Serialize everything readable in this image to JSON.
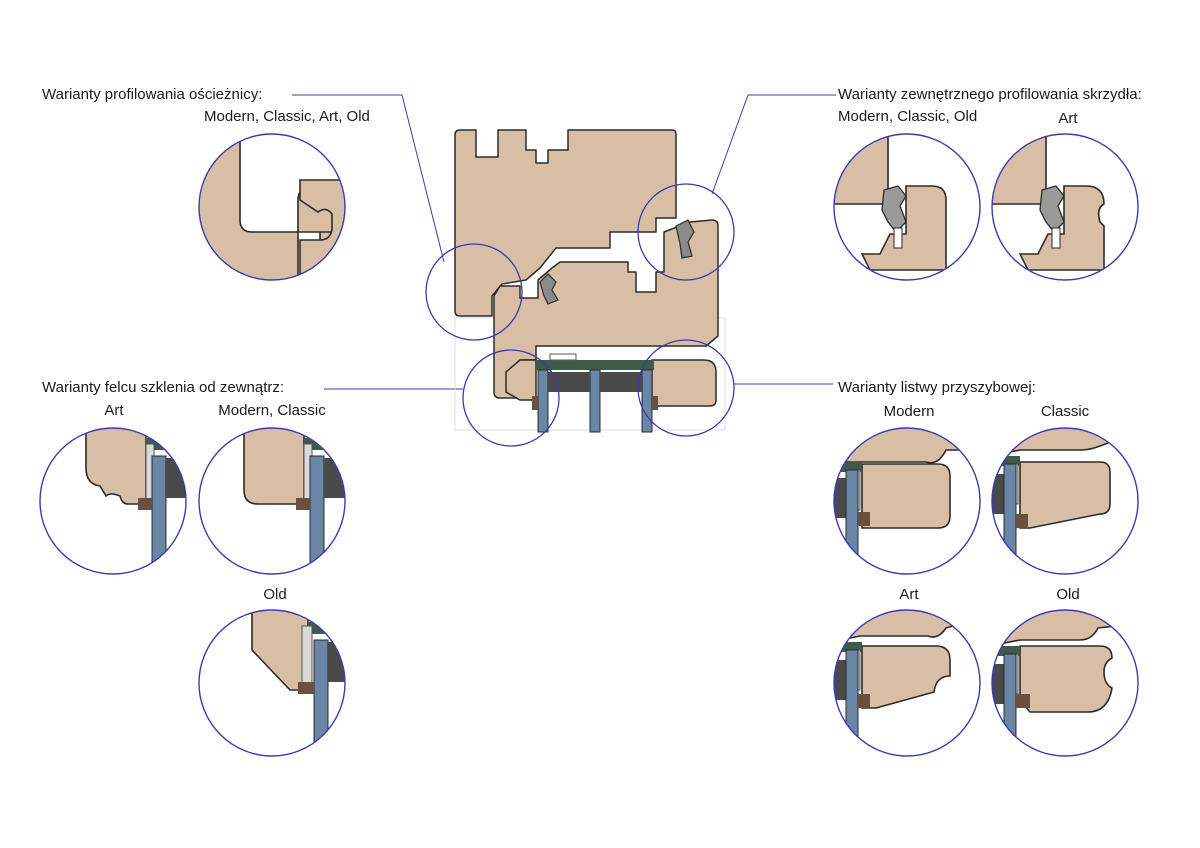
{
  "labels": {
    "frame_profiles_title": "Warianty profilowania ościeżnicy:",
    "frame_profiles_variants": "Modern, Classic, Art, Old",
    "sash_profiles_title": "Warianty zewnętrznego profilowania skrzydła:",
    "sash_profiles_variants": "Modern, Classic, Old",
    "sash_profiles_art": "Art",
    "glazing_rebate_title": "Warianty felcu szklenia od zewnątrz:",
    "glazing_rebate_art": "Art",
    "glazing_rebate_modern_classic": "Modern, Classic",
    "glazing_rebate_old": "Old",
    "glazing_bead_title": "Warianty listwy przyszybowej:",
    "glazing_bead_modern": "Modern",
    "glazing_bead_classic": "Classic",
    "glazing_bead_art": "Art",
    "glazing_bead_old": "Old"
  },
  "colors": {
    "wood": "#d8bea4",
    "outline": "#2b2b2b",
    "circle": "#3b3bb0",
    "glass": "#6a86a6",
    "gasket": "#4a4a4a",
    "seal_green": "#3f5a4a",
    "spacer": "#6b5040"
  }
}
